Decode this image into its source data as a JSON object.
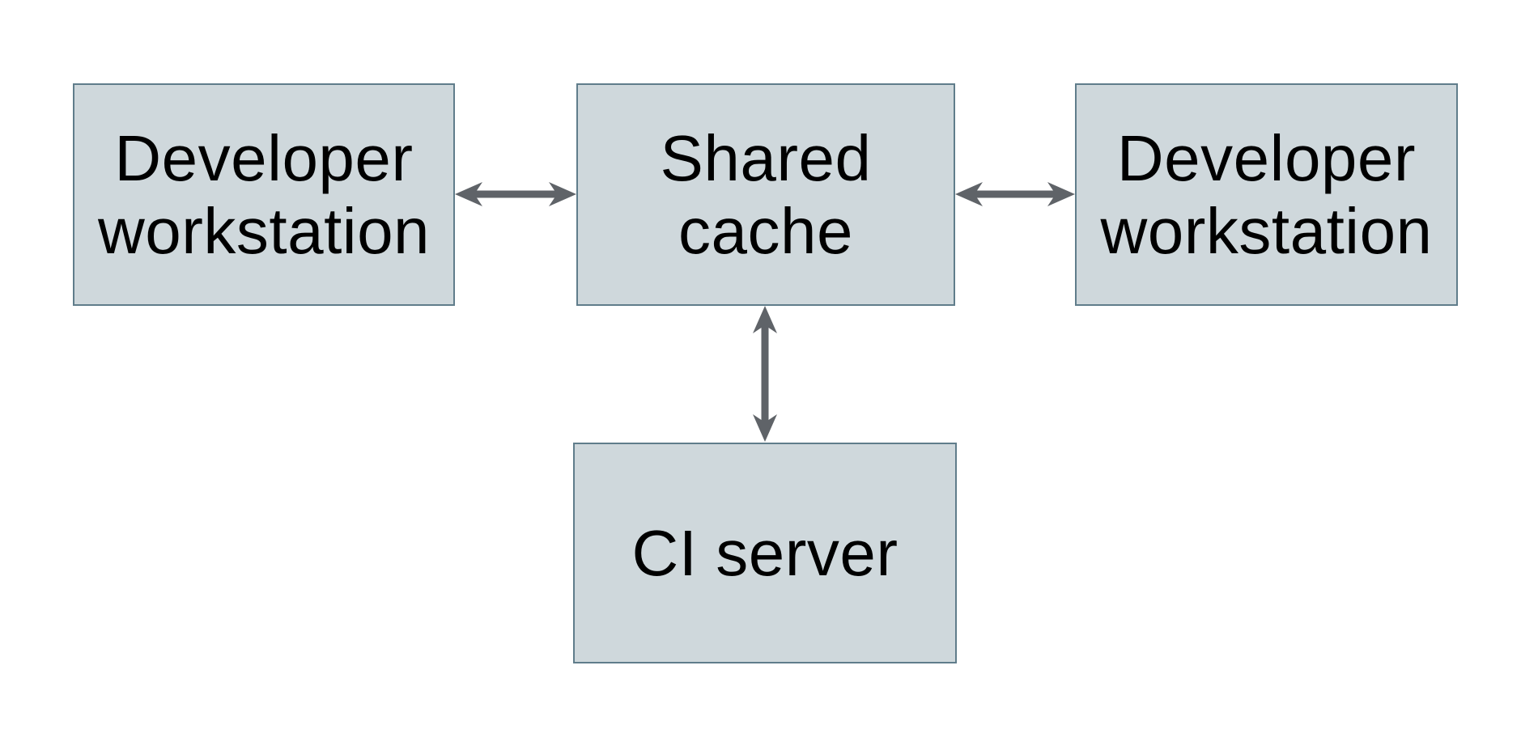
{
  "diagram": {
    "type": "architecture-diagram",
    "nodes": [
      {
        "id": "developer-workstation-left",
        "label": "Developer\nworkstation"
      },
      {
        "id": "shared-cache",
        "label": "Shared\ncache"
      },
      {
        "id": "developer-workstation-right",
        "label": "Developer\nworkstation"
      },
      {
        "id": "ci-server",
        "label": "CI server"
      }
    ],
    "edges": [
      {
        "from": "developer-workstation-left",
        "to": "shared-cache",
        "direction": "bidirectional"
      },
      {
        "from": "shared-cache",
        "to": "developer-workstation-right",
        "direction": "bidirectional"
      },
      {
        "from": "shared-cache",
        "to": "ci-server",
        "direction": "bidirectional"
      }
    ],
    "colors": {
      "background": "#ffffff",
      "node_fill": "#cfd8dc",
      "node_border": "#607d8b",
      "arrow": "#5f6368",
      "text": "#000000"
    }
  }
}
